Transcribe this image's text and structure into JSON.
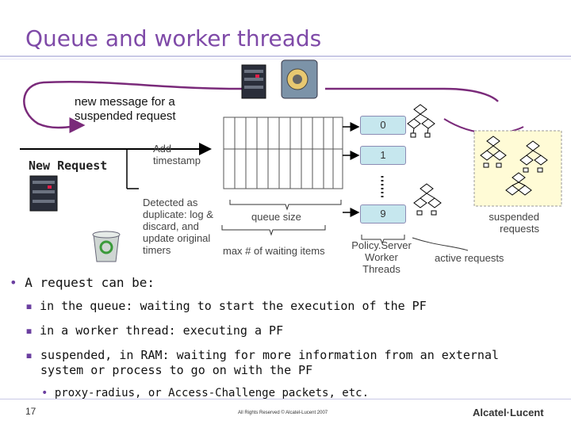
{
  "slide": {
    "title": "Queue and worker threads",
    "page_number": "17",
    "copyright": "All Rights Reserved © Alcatel-Lucent 2007",
    "brand": "Alcatel·Lucent"
  },
  "diagram": {
    "loop_label": "new message for a suspended request",
    "new_request_label": "New Request",
    "add_timestamp_label": "Add timestamp",
    "duplicate_label": "Detected as duplicate: log & discard, and update original timers",
    "queue_size_label": "queue size",
    "max_waiting_label": "max # of waiting items",
    "thread_labels": [
      "0",
      "1",
      "9"
    ],
    "worker_label": "Policy.Server Worker Threads",
    "active_label": "active requests",
    "suspended_label": "suspended requests"
  },
  "bullets": {
    "heading": "A request can be:",
    "items": [
      "in the queue: waiting to start the execution of the PF",
      "in a worker thread: executing a PF",
      "suspended, in RAM: waiting for more information from an external system or process to go on with the PF"
    ],
    "sub_item": "proxy-radius, or Access-Challenge packets, etc."
  },
  "colors": {
    "title": "#7f4aa8",
    "thread_box": "#c6e7ee",
    "suspended_box": "#fffbd6",
    "arrow": "#7a2a7a"
  }
}
